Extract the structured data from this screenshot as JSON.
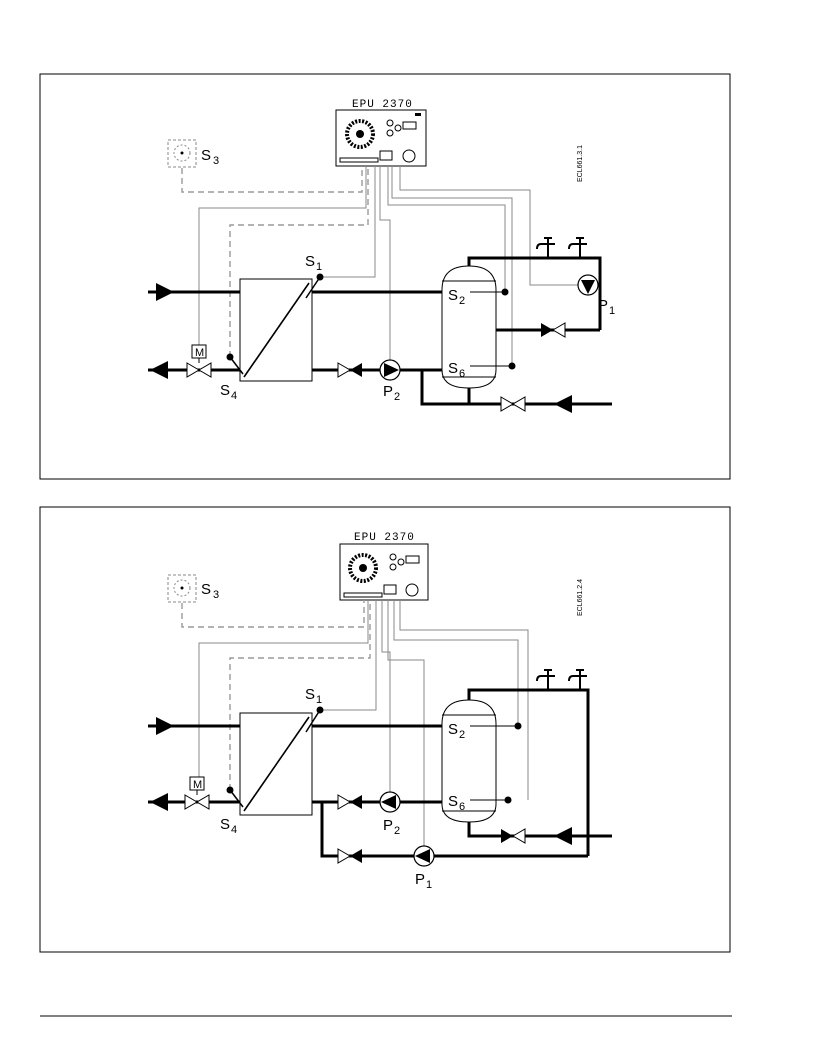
{
  "diagrams": [
    {
      "controller": "EPU 2370",
      "code": "ECL661.3.1",
      "sensors": {
        "s1": "S",
        "s1_sub": "1",
        "s2": "S",
        "s2_sub": "2",
        "s3": "S",
        "s3_sub": "3",
        "s4": "S",
        "s4_sub": "4",
        "s6": "S",
        "s6_sub": "6"
      },
      "motor": "M",
      "pumps": {
        "p1": "P",
        "p1_sub": "1",
        "p2": "P",
        "p2_sub": "2"
      }
    },
    {
      "controller": "EPU 2370",
      "code": "ECL661.2.4",
      "sensors": {
        "s1": "S",
        "s1_sub": "1",
        "s2": "S",
        "s2_sub": "2",
        "s3": "S",
        "s3_sub": "3",
        "s4": "S",
        "s4_sub": "4",
        "s6": "S",
        "s6_sub": "6"
      },
      "motor": "M",
      "pumps": {
        "p1": "P",
        "p1_sub": "1",
        "p2": "P",
        "p2_sub": "2"
      }
    }
  ]
}
